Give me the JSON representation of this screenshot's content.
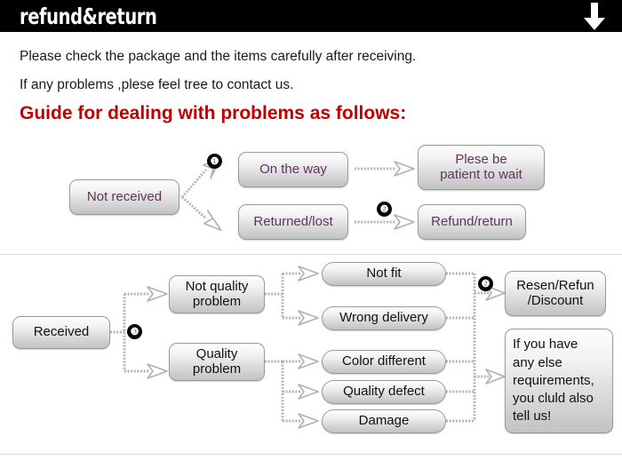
{
  "header": {
    "title": "refund&return",
    "arrow_icon": "arrow-down-icon"
  },
  "intro": {
    "line1": "Please check the package and the items carefully after receiving.",
    "line2": "If any problems ,plese feel tree to contact us.",
    "guide_title": "Guide for dealing with problems as follows:"
  },
  "colors": {
    "header_bg": "#000000",
    "header_text": "#ffffff",
    "guide_title": "#c00000",
    "node_text_purple": "#62325f",
    "node_text_dark": "#111111",
    "node_border": "#9a9a9a",
    "wire": "#b5b5b5",
    "badge_bg": "#000000"
  },
  "flow_top": {
    "source": "Not received",
    "badge1": "❶",
    "badge2": "❷",
    "branches": [
      {
        "label": "On the way",
        "result": "Plese be\npatient to wait"
      },
      {
        "label": "Returned/lost",
        "result": "Refund/return"
      }
    ],
    "nodes": {
      "not_received": "Not received",
      "on_the_way": "On the way",
      "returned_lost": "Returned/lost",
      "plese_be_patient_l1": "Plese be",
      "plese_be_patient_l2": "patient to wait",
      "refund_return": "Refund/return"
    }
  },
  "flow_bottom": {
    "source": "Received",
    "badge3": "❸",
    "badge2": "❷",
    "nodes": {
      "received": "Received",
      "not_quality_l1": "Not quality",
      "not_quality_l2": "problem",
      "quality_l1": "Quality",
      "quality_l2": "problem",
      "not_fit": "Not fit",
      "wrong_delivery": "Wrong delivery",
      "color_different": "Color different",
      "quality_defect": "Quality defect",
      "damage": "Damage",
      "resend_l1": "Resen/Refun",
      "resend_l2": "/Discount",
      "note_l1": "If you have",
      "note_l2": "any else",
      "note_l3": "requirements,",
      "note_l4": "you cluld also",
      "note_l5": "tell us!"
    },
    "categories": [
      {
        "label": "Not quality problem",
        "items": [
          "Not fit",
          "Wrong delivery"
        ]
      },
      {
        "label": "Quality problem",
        "items": [
          "Color different",
          "Quality defect",
          "Damage"
        ]
      }
    ],
    "outcomes": [
      "Resen/Refun /Discount",
      "If you have any else requirements, you cluld also tell us!"
    ]
  }
}
